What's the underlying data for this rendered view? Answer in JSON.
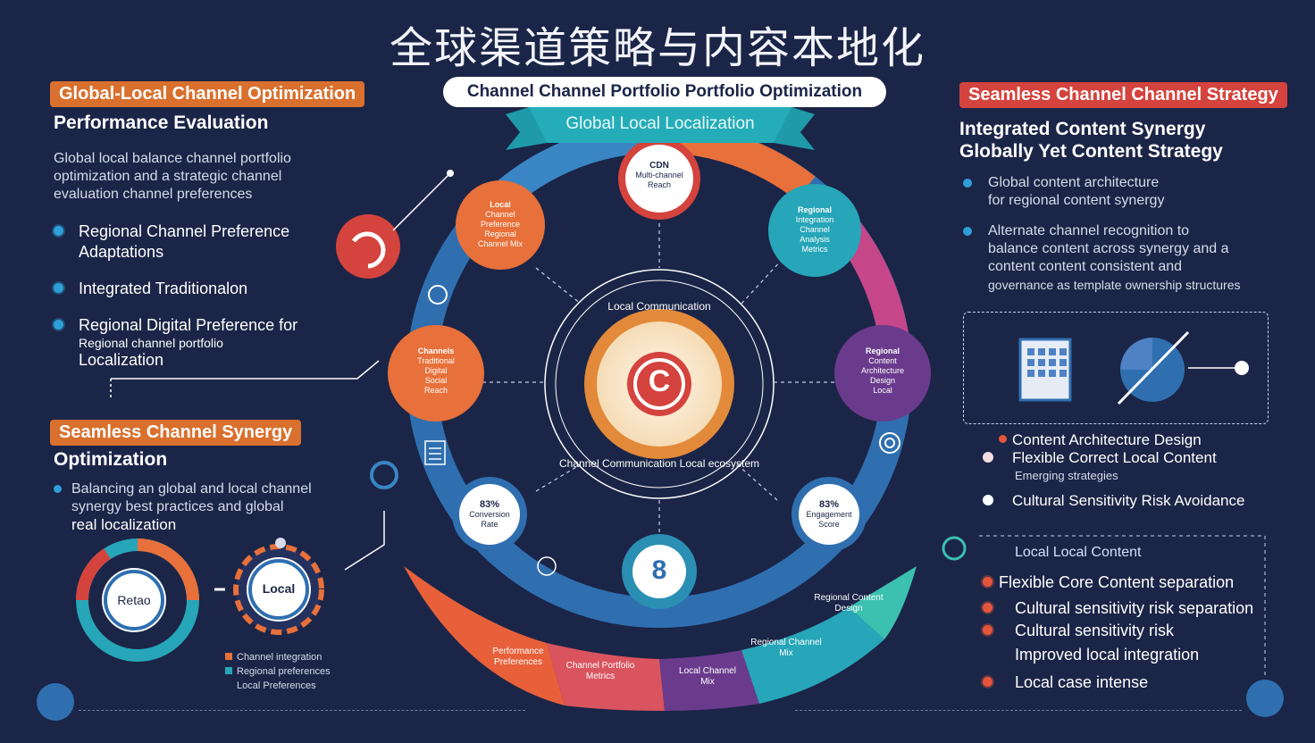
{
  "title": "全球渠道策略与内容本地化",
  "center": {
    "pill_label": "Channel Channel Portfolio Portfolio Optimization",
    "ribbon_label": "Global Local Localization",
    "ring_text_top": "Local Communication",
    "ring_text_bottom": "Channel Communication Local ecosystem",
    "core_letter": "C",
    "bottom_node_glyph": "8",
    "nodes": {
      "top": {
        "title": "CDN",
        "lines": [
          "Multi-channel",
          "Reach"
        ]
      },
      "upper_left": {
        "title": "Local",
        "lines": [
          "Channel",
          "Preference",
          "Regional",
          "Channel Mix"
        ]
      },
      "upper_right": {
        "title": "Regional",
        "lines": [
          "Integration",
          "Channel",
          "Analysis",
          "Metrics"
        ]
      },
      "left": {
        "title": "Channels",
        "lines": [
          "Traditional",
          "Digital",
          "Social",
          "Reach"
        ]
      },
      "right": {
        "title": "Regional",
        "lines": [
          "Content",
          "Architecture",
          "Design",
          "Local"
        ]
      },
      "lower_left": {
        "title": "83%",
        "lines": [
          "Conversion",
          "Rate"
        ]
      },
      "lower_right": {
        "title": "83%",
        "lines": [
          "Engagement",
          "Score"
        ]
      }
    },
    "arc_segments": [
      {
        "label": "Performance Preferences"
      },
      {
        "label": "Channel Portfolio Metrics"
      },
      {
        "label": "Local Channel Mix"
      },
      {
        "label": "Regional Channel Mix"
      },
      {
        "label": "Regional Content Design"
      }
    ]
  },
  "left": {
    "tag1": "Global-Local Channel Optimization",
    "heading1": "Performance Evaluation",
    "paragraph1": [
      "Global local balance channel portfolio",
      "optimization and a strategic channel",
      "evaluation channel preferences"
    ],
    "items": [
      {
        "lines": [
          "Regional Channel Preference",
          "Adaptations"
        ]
      },
      {
        "lines": [
          "Integrated Traditionalon"
        ]
      },
      {
        "lines": [
          "Regional Digital Preference for",
          "Regional channel portfolio",
          "Localization"
        ]
      }
    ],
    "tag2": "Seamless Channel Synergy",
    "heading2": "Optimization",
    "paragraph2": [
      "Balancing an global and local channel",
      "synergy best practices and global",
      "real localization"
    ],
    "gauge1_label": "Retao",
    "gauge2_label": "Local",
    "legend": [
      {
        "label": "Channel integration",
        "color": "#e8703a"
      },
      {
        "label": "Regional preferences",
        "color": "#26a6b8"
      },
      {
        "label": "Local Preferences",
        "color": ""
      }
    ]
  },
  "right": {
    "tag": "Seamless Channel Channel Strategy",
    "heading": [
      "Integrated Content Synergy",
      "Globally Yet Content Strategy"
    ],
    "bullets": [
      {
        "lines": [
          "Global content architecture",
          "for regional content synergy"
        ]
      },
      {
        "lines": [
          "Alternate channel recognition to",
          "balance content across synergy and a",
          "content content consistent and",
          "governance as template ownership structures"
        ]
      }
    ],
    "items": [
      {
        "text": "Content Architecture Design"
      },
      {
        "text": "Flexible Correct Local Content"
      },
      {
        "text": "Emerging strategies"
      },
      {
        "text": "Cultural Sensitivity Risk Avoidance"
      }
    ],
    "local_heading": "Local Local Content",
    "local_items": [
      {
        "text": "Flexible Core Content separation"
      },
      {
        "text": "Cultural sensitivity risk separation"
      },
      {
        "text": "Cultural sensitivity risk"
      },
      {
        "text": "Improved local integration"
      },
      {
        "text": "Local case intense"
      }
    ]
  },
  "colors": {
    "background": "#1b2547",
    "orange": "#e8703a",
    "teal": "#26a6b8",
    "red": "#d4433d",
    "purple": "#6a3b8c",
    "blue": "#2f6fb0",
    "pink": "#d9545f"
  },
  "icons": [
    "refresh-icon",
    "target-icon",
    "cloud-icon",
    "lightbulb-icon",
    "stopwatch-icon",
    "dial-icon",
    "building-icon",
    "arrow-pie-icon",
    "doc-icon",
    "cycle-icon",
    "shield-icon",
    "rocket-icon",
    "people-icon"
  ]
}
